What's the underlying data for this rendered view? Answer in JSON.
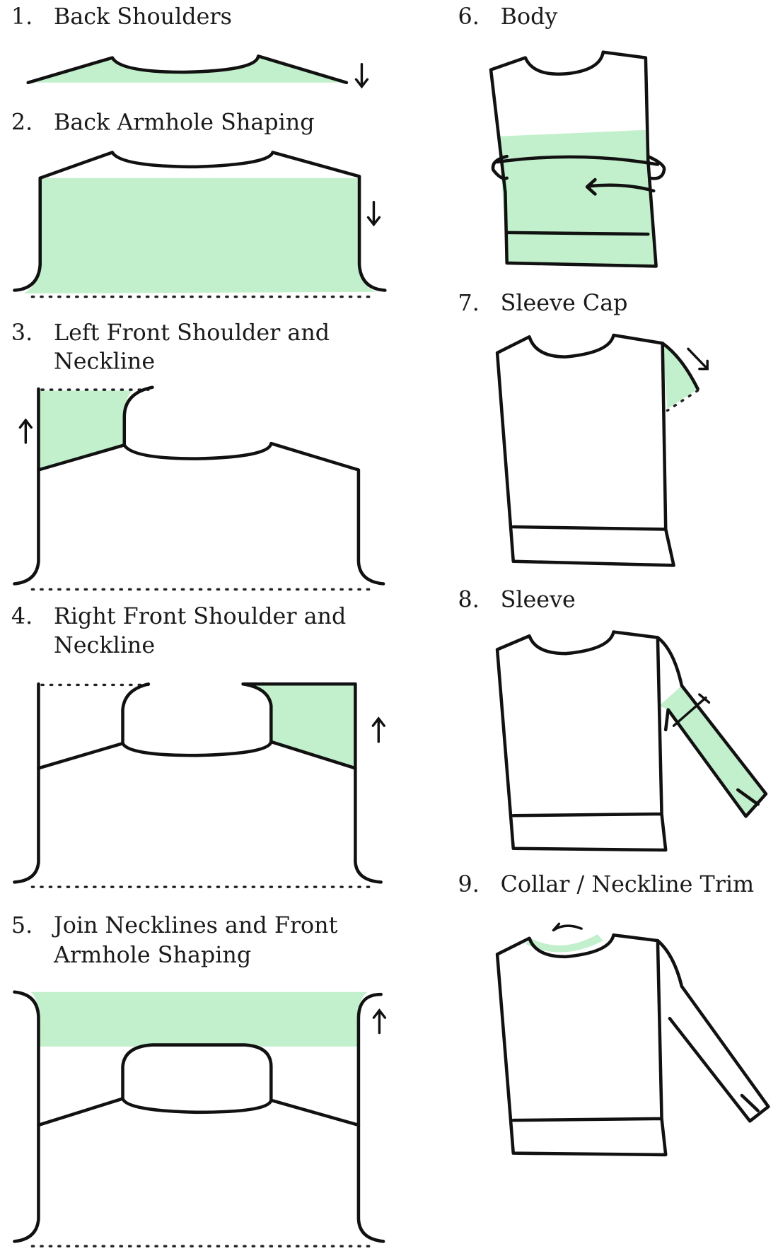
{
  "title": "Sweater construction steps",
  "colors": {
    "highlight": "#c3f0cc",
    "ink": "#111111"
  },
  "steps": [
    {
      "number": "1.",
      "lines": [
        "Back Shoulders"
      ]
    },
    {
      "number": "2.",
      "lines": [
        "Back Armhole Shaping"
      ]
    },
    {
      "number": "3.",
      "lines": [
        "Left Front Shoulder and",
        "Neckline"
      ]
    },
    {
      "number": "4.",
      "lines": [
        "Right Front Shoulder and",
        "Neckline"
      ]
    },
    {
      "number": "5.",
      "lines": [
        "Join Necklines and Front",
        "Armhole Shaping"
      ]
    },
    {
      "number": "6.",
      "lines": [
        "Body"
      ]
    },
    {
      "number": "7.",
      "lines": [
        "Sleeve Cap"
      ]
    },
    {
      "number": "8.",
      "lines": [
        "Sleeve"
      ]
    },
    {
      "number": "9.",
      "lines": [
        "Collar / Neckline Trim"
      ]
    }
  ]
}
